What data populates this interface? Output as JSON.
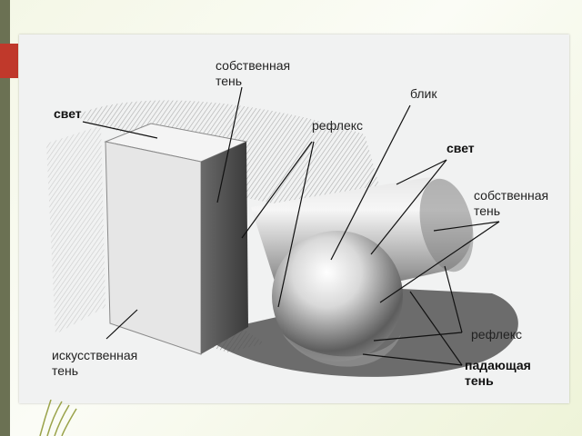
{
  "labels": {
    "own_shadow_top": [
      "собственная",
      "тень"
    ],
    "highlight": "блик",
    "light_left": "свет",
    "reflex_top": "рефлекс",
    "light_right": "свет",
    "own_shadow_right": [
      "собственная",
      "тень"
    ],
    "reflex_bottom": "рефлекс",
    "artificial_shadow": [
      "искусственная",
      "тень"
    ],
    "cast_shadow": [
      "падающая",
      "тень"
    ]
  },
  "colors": {
    "accent": "#c0392b",
    "sidebar": "#6b7153",
    "decor_lines": "#9aa34a"
  }
}
